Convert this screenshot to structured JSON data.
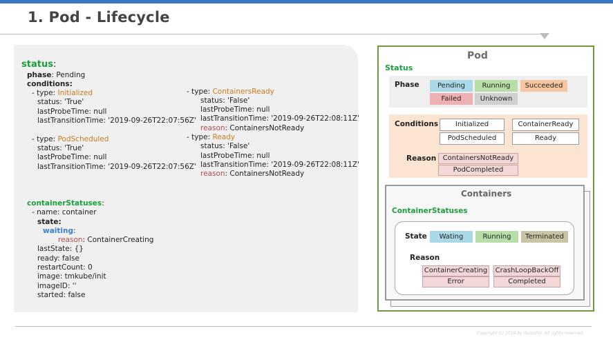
{
  "title": "1. Pod - Lifecycle",
  "code": {
    "status_key": "status",
    "phase_key": "phase",
    "phase_val": "Pending",
    "conditions_key": "conditions",
    "c1_type": "Initialized",
    "c1_status": "status: 'True'",
    "c1_probe": "lastProbeTime: null",
    "c1_trans": "lastTransitionTime: '2019-09-26T22:07:56Z'",
    "c2_type": "PodScheduled",
    "c2_status": "status: 'True'",
    "c2_probe": "lastProbeTime: null",
    "c2_trans": "lastTransitionTime: '2019-09-26T22:07:56Z'",
    "c3_type": "ContainersReady",
    "c3_status": "status: 'False'",
    "c3_probe": "lastProbeTime: null",
    "c3_trans": "lastTransitionTime: '2019-09-26T22:08:11Z'",
    "c3_reason": "ContainersNotReady",
    "c4_type": "Ready",
    "c4_status": "status: 'False'",
    "c4_probe": "lastProbeTime: null",
    "c4_trans": "lastTransitionTime: '2019-09-26T22:08:11Z'",
    "c4_reason": "ContainersNotReady",
    "type_prefix": "- type: ",
    "reason_key": "reason",
    "cs_key": "containerStatuses",
    "cs_name": "- name: container",
    "cs_state": "state",
    "cs_waiting": "waiting",
    "cs_reason": "ContainerCreating",
    "cs_laststate": "lastState: {}",
    "cs_ready": "ready: false",
    "cs_restart": "restartCount: 0",
    "cs_image": "image: tmkube/init",
    "cs_imageid": "imageID: ''",
    "cs_started": "started: false"
  },
  "diagram": {
    "pod_title": "Pod",
    "status_label": "Status",
    "phase_label": "Phase",
    "phases": [
      "Pending",
      "Running",
      "Succeeded",
      "Failed",
      "Unknown"
    ],
    "conditions_label": "Conditions",
    "conditions": [
      "Initialized",
      "ContainerReady",
      "PodScheduled",
      "Ready"
    ],
    "reason_label": "Reason",
    "reasons": [
      "ContainersNotReady",
      "PodCompleted"
    ],
    "containers_title": "Containers",
    "container_statuses_label": "ContainerStatuses",
    "state_label": "State",
    "states": [
      "Wating",
      "Running",
      "Terminated"
    ],
    "c_reason_label": "Reason",
    "c_reasons": [
      "ContainerCreating",
      "CrashLoopBackOff",
      "Error",
      "Completed"
    ]
  },
  "copyright": "Copyright (c) 2019 by Ilsunchoi. All rights reserved.",
  "colors": {
    "accent_bar": "#3a76c4",
    "pod_border": "#6b9a3a",
    "green_text": "#1a9e3c",
    "orange_text": "#c87b1e",
    "red_text": "#b5484a"
  }
}
